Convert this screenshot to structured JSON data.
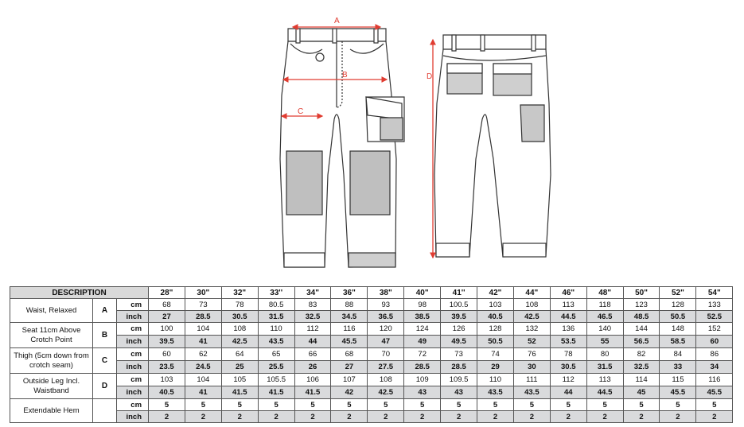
{
  "diagram": {
    "labels": {
      "a": "A",
      "b": "B",
      "c": "C",
      "d": "D"
    },
    "accent_color": "#e03c31"
  },
  "table": {
    "header": "DESCRIPTION",
    "sizes": [
      "28\"",
      "30\"",
      "32\"",
      "33''",
      "34\"",
      "36\"",
      "38\"",
      "40\"",
      "41''",
      "42\"",
      "44\"",
      "46\"",
      "48\"",
      "50\"",
      "52\"",
      "54\""
    ],
    "rows": [
      {
        "description": "Waist, Relaxed",
        "letter": "A",
        "cm_unit": "cm",
        "cm": [
          "68",
          "73",
          "78",
          "80.5",
          "83",
          "88",
          "93",
          "98",
          "100.5",
          "103",
          "108",
          "113",
          "118",
          "123",
          "128",
          "133"
        ],
        "inch_unit": "inch",
        "inch": [
          "27",
          "28.5",
          "30.5",
          "31.5",
          "32.5",
          "34.5",
          "36.5",
          "38.5",
          "39.5",
          "40.5",
          "42.5",
          "44.5",
          "46.5",
          "48.5",
          "50.5",
          "52.5"
        ]
      },
      {
        "description": "Seat 11cm Above Crotch Point",
        "letter": "B",
        "cm_unit": "cm",
        "cm": [
          "100",
          "104",
          "108",
          "110",
          "112",
          "116",
          "120",
          "124",
          "126",
          "128",
          "132",
          "136",
          "140",
          "144",
          "148",
          "152"
        ],
        "inch_unit": "inch",
        "inch": [
          "39.5",
          "41",
          "42.5",
          "43.5",
          "44",
          "45.5",
          "47",
          "49",
          "49.5",
          "50.5",
          "52",
          "53.5",
          "55",
          "56.5",
          "58.5",
          "60"
        ]
      },
      {
        "description": "Thigh (5cm down from crotch seam)",
        "letter": "C",
        "cm_unit": "cm",
        "cm": [
          "60",
          "62",
          "64",
          "65",
          "66",
          "68",
          "70",
          "72",
          "73",
          "74",
          "76",
          "78",
          "80",
          "82",
          "84",
          "86"
        ],
        "inch_unit": "inch",
        "inch": [
          "23.5",
          "24.5",
          "25",
          "25.5",
          "26",
          "27",
          "27.5",
          "28.5",
          "28.5",
          "29",
          "30",
          "30.5",
          "31.5",
          "32.5",
          "33",
          "34"
        ]
      },
      {
        "description": "Outside Leg Incl. Waistband",
        "letter": "D",
        "cm_unit": "cm",
        "cm": [
          "103",
          "104",
          "105",
          "105.5",
          "106",
          "107",
          "108",
          "109",
          "109.5",
          "110",
          "111",
          "112",
          "113",
          "114",
          "115",
          "116"
        ],
        "inch_unit": "inch",
        "inch": [
          "40.5",
          "41",
          "41.5",
          "41.5",
          "41.5",
          "42",
          "42.5",
          "43",
          "43",
          "43.5",
          "43.5",
          "44",
          "44.5",
          "45",
          "45.5",
          "45.5"
        ]
      },
      {
        "description": "Extendable Hem",
        "letter": "",
        "cm_unit": "cm",
        "cm": [
          "5",
          "5",
          "5",
          "5",
          "5",
          "5",
          "5",
          "5",
          "5",
          "5",
          "5",
          "5",
          "5",
          "5",
          "5",
          "5"
        ],
        "inch_unit": "inch",
        "inch": [
          "2",
          "2",
          "2",
          "2",
          "2",
          "2",
          "2",
          "2",
          "2",
          "2",
          "2",
          "2",
          "2",
          "2",
          "2",
          "2"
        ]
      }
    ]
  }
}
